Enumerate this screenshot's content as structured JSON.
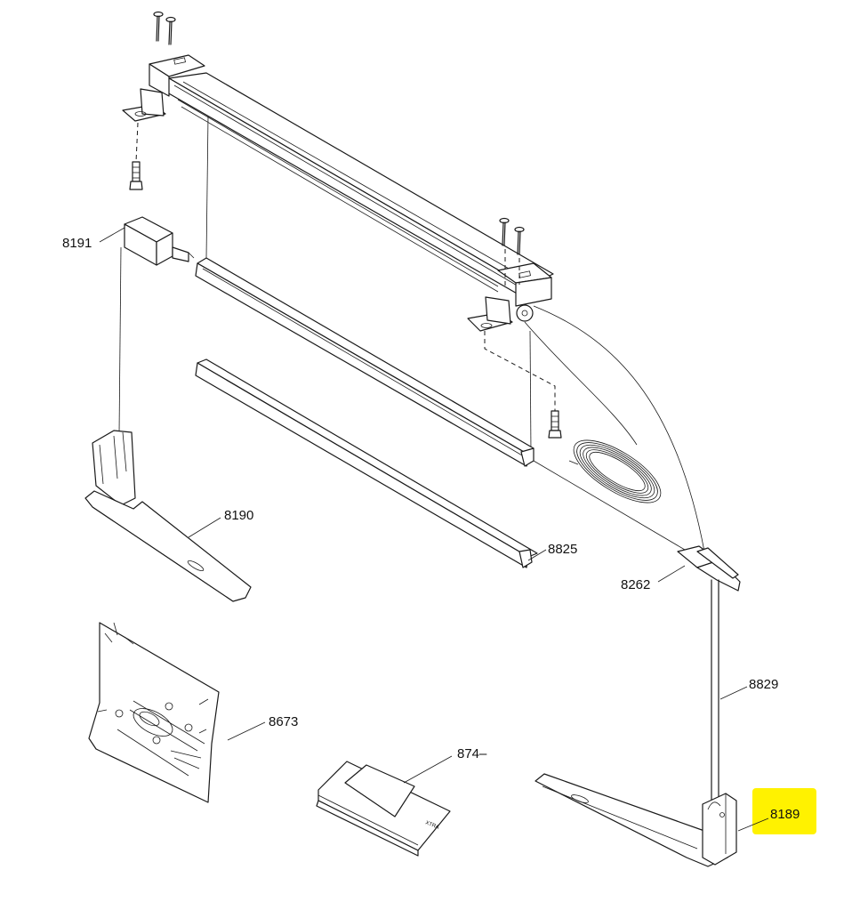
{
  "diagram": {
    "highlight_color": "#fff200",
    "line_color": "#1a1a1a",
    "labels": {
      "p8191": "8191",
      "p8190": "8190",
      "p8825": "8825",
      "p8262": "8262",
      "p8829": "8829",
      "p8673": "8673",
      "p874": "874–",
      "p8189": "8189"
    },
    "booklet_text": "XTRA"
  }
}
